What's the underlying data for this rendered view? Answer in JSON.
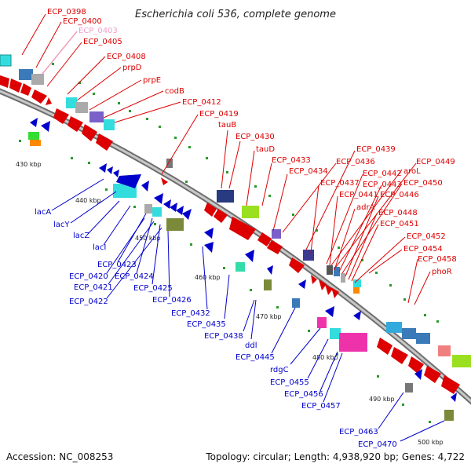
{
  "title": "Escherichia coli 536, complete genome",
  "accession": "Accession: NC_008253",
  "topology": "Topology: circular; Length: 4,938,920 bp; Genes: 4,722",
  "colors": {
    "forward": "#dd0000",
    "reverse": "#0000cc",
    "highlight": "#f0a0c8",
    "backbone": "#909090",
    "dot": "#2a9a2a"
  },
  "ticks": [
    "430 kbp",
    "440 kbp",
    "450 kbp",
    "460 kbp",
    "470 kbp",
    "480 kbp",
    "490 kbp",
    "500 kbp"
  ],
  "labels": {
    "top": [
      "ECP_0398",
      "ECP_0400",
      "ECP_0403",
      "ECP_0405",
      "ECP_0408",
      "prpD",
      "prpE",
      "codB",
      "ECP_0412",
      "ECP_0419",
      "tauB",
      "ECP_0430",
      "tauD",
      "ECP_0433",
      "ECP_0434",
      "ECP_0436",
      "ECP_0439",
      "ECP_0437",
      "ECP_0442",
      "aroL",
      "ECP_0449",
      "ECP_0441",
      "ECP_0443",
      "ECP_0450",
      "adrA",
      "ECP_0446",
      "ECP_0448",
      "ECP_0451",
      "ECP_0452",
      "ECP_0454",
      "ECP_0458",
      "phoR"
    ],
    "bottom": [
      "lacA",
      "lacY",
      "lacZ",
      "lacI",
      "ECP_0423",
      "ECP_0420",
      "ECP_0424",
      "ECP_0421",
      "ECP_0425",
      "ECP_0422",
      "ECP_0426",
      "ECP_0432",
      "ECP_0435",
      "ECP_0438",
      "ddl",
      "ECP_0445",
      "rdgC",
      "ECP_0455",
      "ECP_0456",
      "ECP_0457",
      "ECP_0463",
      "ECP_0470"
    ]
  }
}
